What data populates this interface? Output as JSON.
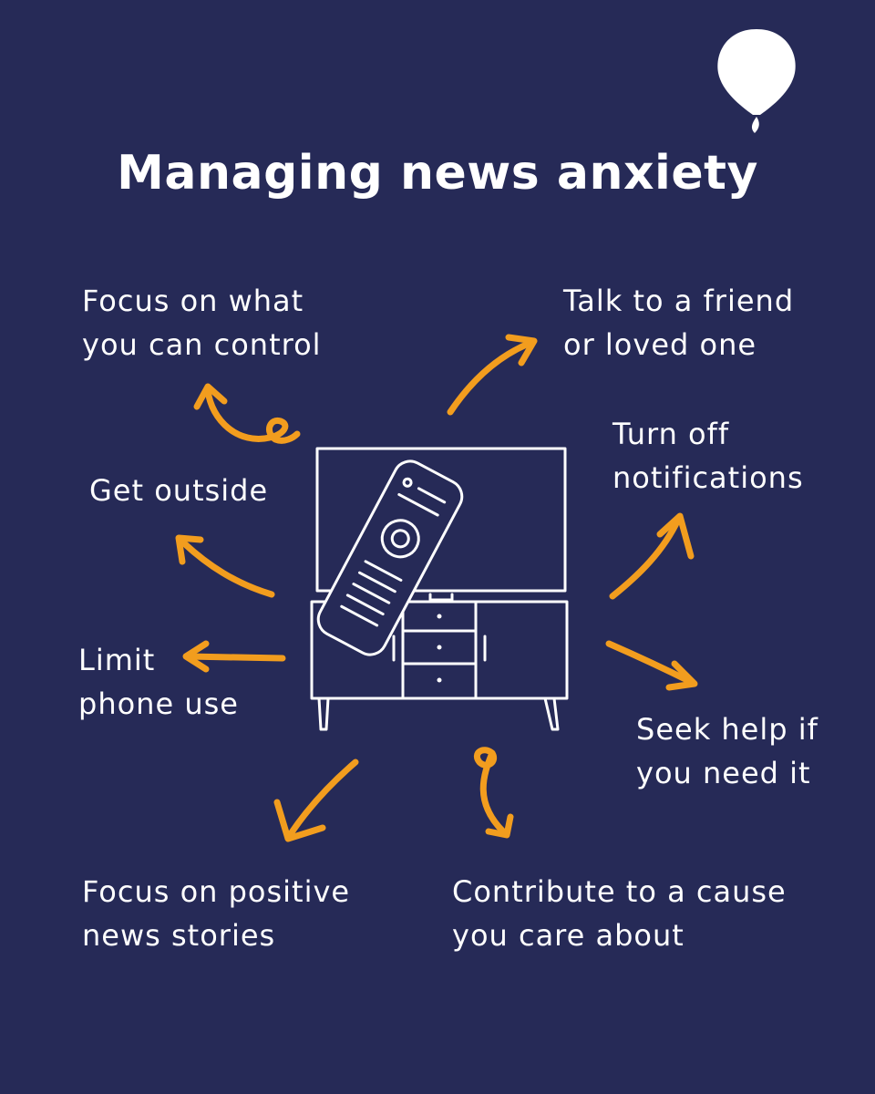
{
  "title": "Managing news anxiety",
  "colors": {
    "background": "#262a57",
    "arrow": "#f29d1e",
    "line": "#ffffff"
  },
  "icons": [
    "balloon-logo-icon",
    "tv-stand-illustration",
    "remote-control-illustration"
  ],
  "tips": {
    "control": [
      "Focus on what",
      "you can control"
    ],
    "friend": [
      "Talk to a friend",
      "or loved one"
    ],
    "notifications": [
      "Turn off",
      "notifications"
    ],
    "outside": [
      "Get outside"
    ],
    "phone": [
      "Limit",
      "phone use"
    ],
    "help": [
      "Seek help if",
      "you need it"
    ],
    "positive": [
      "Focus on positive",
      "news stories"
    ],
    "cause": [
      "Contribute to a cause",
      "you care about"
    ]
  }
}
